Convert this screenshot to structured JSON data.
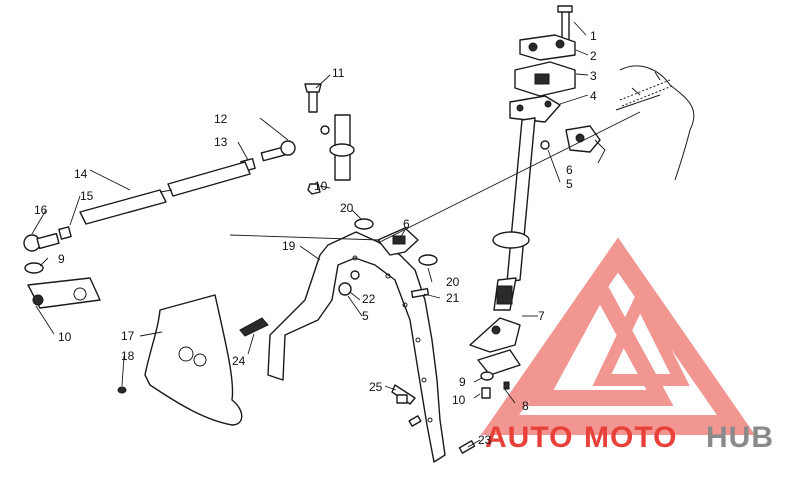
{
  "callouts": {
    "c1": "1",
    "c2": "2",
    "c3": "3",
    "c4": "4",
    "c5a": "5",
    "c5b": "5",
    "c6a": "6",
    "c6b": "6",
    "c7": "7",
    "c8": "8",
    "c9a": "9",
    "c9b": "9",
    "c10a": "10",
    "c10b": "10",
    "c10c": "10",
    "c11": "11",
    "c12": "12",
    "c13": "13",
    "c14": "14",
    "c15": "15",
    "c16": "16",
    "c17": "17",
    "c18": "18",
    "c19": "19",
    "c20a": "20",
    "c20b": "20",
    "c21": "21",
    "c22": "22",
    "c23": "23",
    "c24": "24",
    "c25": "25"
  },
  "watermark": {
    "text_auto": "AUTO",
    "text_moto": "MOTO",
    "text_hub": "HUB",
    "color_red": "#e8413a",
    "color_gray": "#8a8a8a"
  }
}
